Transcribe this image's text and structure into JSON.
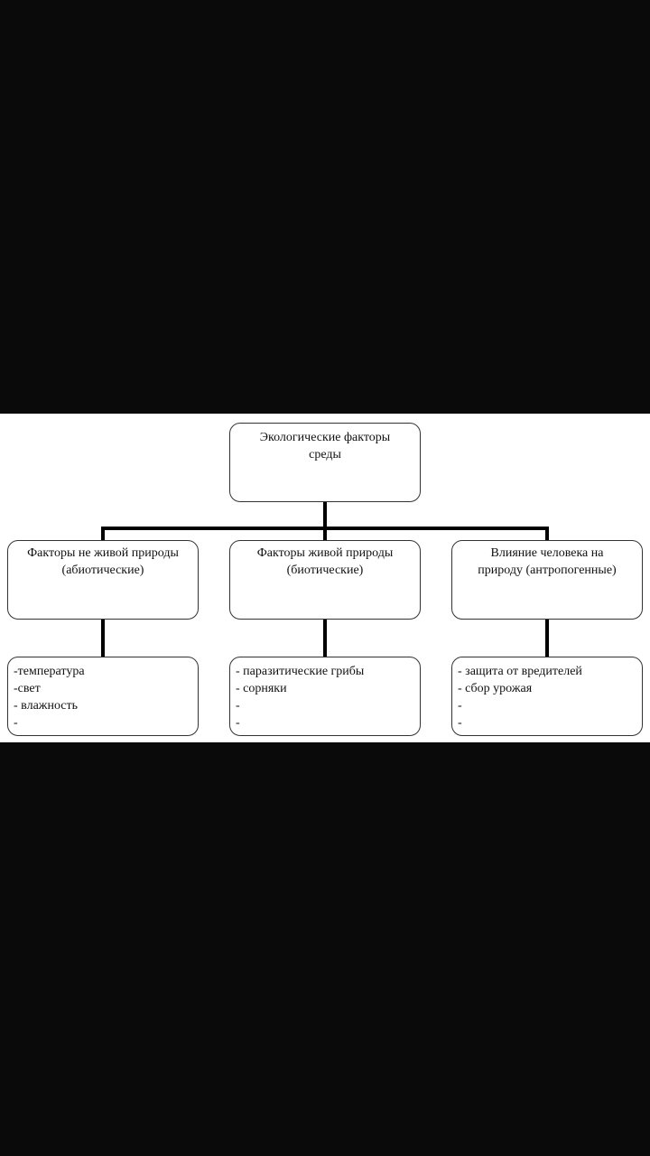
{
  "diagram": {
    "root": {
      "lines": [
        "Экологические факторы",
        "среды"
      ]
    },
    "categories": [
      {
        "lines": [
          "Факторы не живой природы",
          "(абиотические)"
        ],
        "items": [
          "-температура",
          "-свет",
          "- влажность",
          "-"
        ]
      },
      {
        "lines": [
          "Факторы живой природы",
          "(биотические)"
        ],
        "items": [
          "- паразитические грибы",
          "- сорняки",
          "-",
          "-"
        ]
      },
      {
        "lines": [
          "Влияние человека на",
          "природу (антропогенные)"
        ],
        "items": [
          "- защита от вредителей",
          "- сбор урожая",
          "-",
          "-"
        ]
      }
    ]
  },
  "colors": {
    "background": "#0a0a0a",
    "image_background": "#ffffff",
    "connector": "#000000",
    "border": "#333333"
  }
}
